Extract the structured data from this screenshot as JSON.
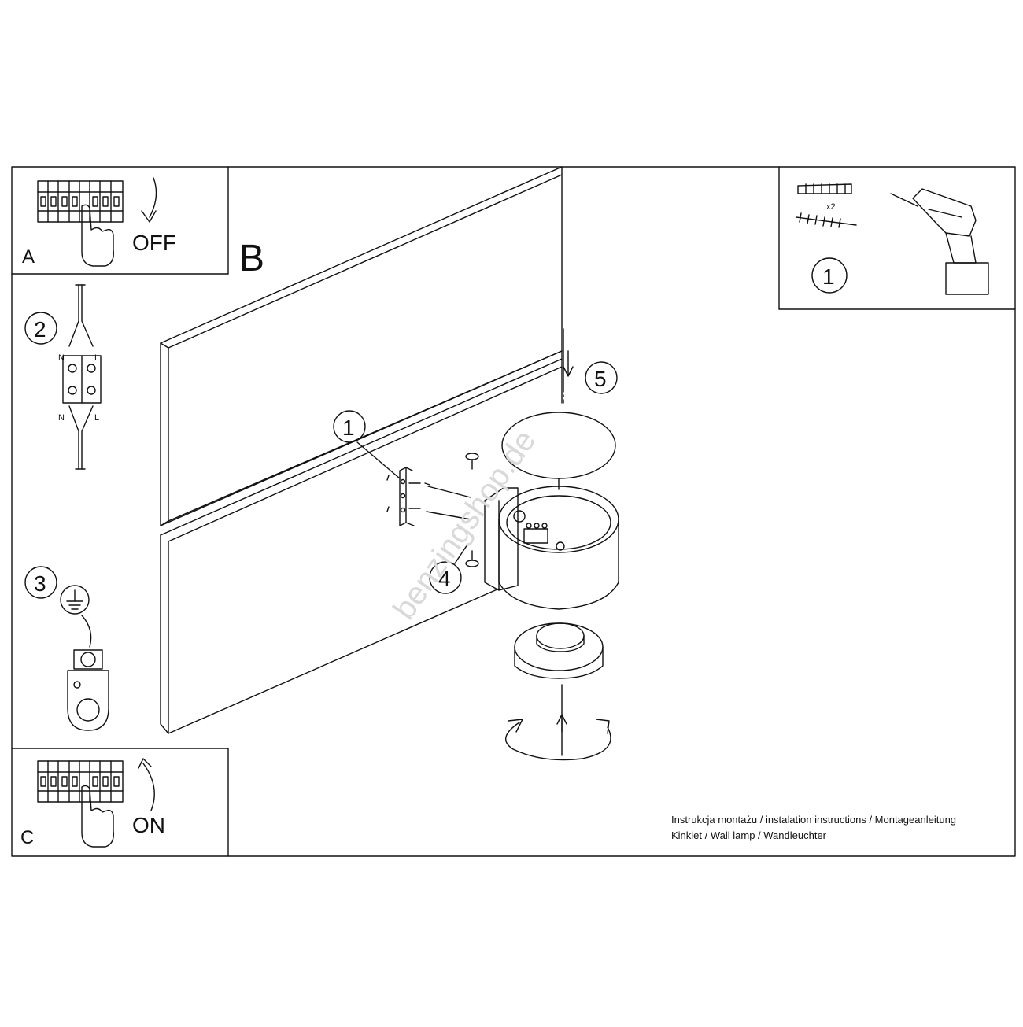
{
  "panels": {
    "A": {
      "letter": "A",
      "switch_label": "OFF"
    },
    "B": {
      "letter": "B"
    },
    "C": {
      "letter": "C",
      "switch_label": "ON"
    }
  },
  "steps": [
    "1",
    "2",
    "3",
    "4",
    "5"
  ],
  "tools": {
    "step": "1",
    "quantity": "x2"
  },
  "wiring": {
    "neutral": "N",
    "live": "L"
  },
  "footer": {
    "line1": "Instrukcja montażu / instalation instructions / Montageanleitung",
    "line2": "Kinkiet / Wall lamp / Wandleuchter"
  },
  "watermark": "benzingshop.de"
}
